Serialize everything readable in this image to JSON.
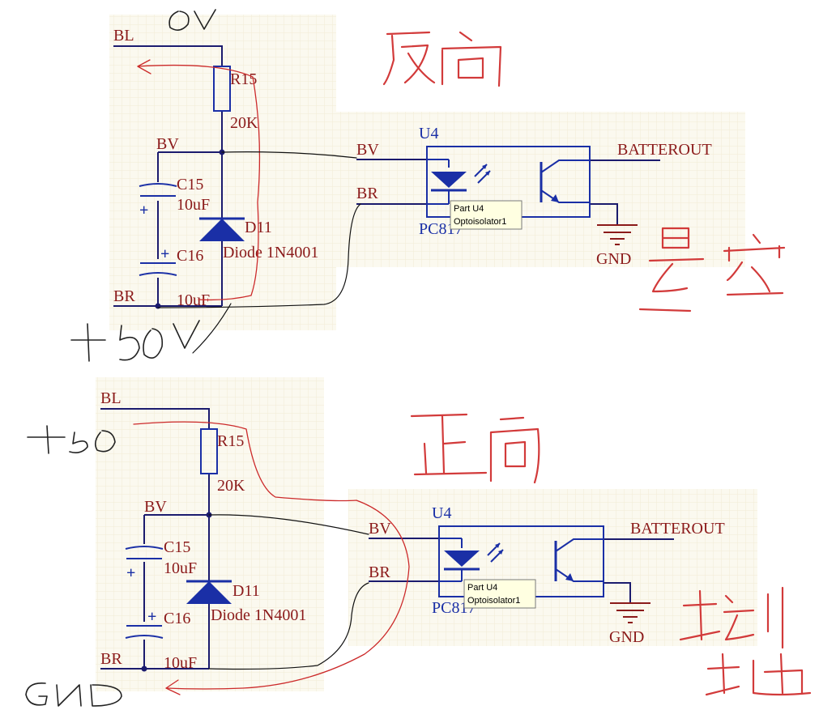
{
  "colors": {
    "sheet_bg": "#fbf9ef",
    "grid_line": "#f1ecd6",
    "component_blue": "#1a2fa6",
    "net_label_red": "#8b1a1a",
    "handwriting_red": "#d23a3a",
    "handwriting_black": "#222222"
  },
  "top": {
    "nets": {
      "bl": "BL",
      "bv": "BV",
      "br": "BR",
      "bv2": "BV",
      "br2": "BR",
      "batterout": "BATTEROUT",
      "gnd": "GND"
    },
    "r15": {
      "ref": "R15",
      "value": "20K"
    },
    "c15": {
      "ref": "C15",
      "value": "10uF"
    },
    "c16": {
      "ref": "C16",
      "value": "10uF"
    },
    "d11": {
      "ref": "D11",
      "value": "Diode 1N4001"
    },
    "u4": {
      "ref": "U4",
      "part": "PC817"
    },
    "tooltip": {
      "line1": "Part U4",
      "line2": "Optoisolator1"
    },
    "plus": "+"
  },
  "bottom": {
    "nets": {
      "bl": "BL",
      "bv": "BV",
      "br": "BR",
      "bv2": "BV",
      "br2": "BR",
      "batterout": "BATTEROUT",
      "gnd": "GND"
    },
    "r15": {
      "ref": "R15",
      "value": "20K"
    },
    "c15": {
      "ref": "C15",
      "value": "10uF"
    },
    "c16": {
      "ref": "C16",
      "value": "10uF"
    },
    "d11": {
      "ref": "D11",
      "value": "Diode 1N4001"
    },
    "u4": {
      "ref": "U4",
      "part": "PC817"
    },
    "tooltip": {
      "line1": "Part U4",
      "line2": "Optoisolator1"
    },
    "plus": "+"
  }
}
